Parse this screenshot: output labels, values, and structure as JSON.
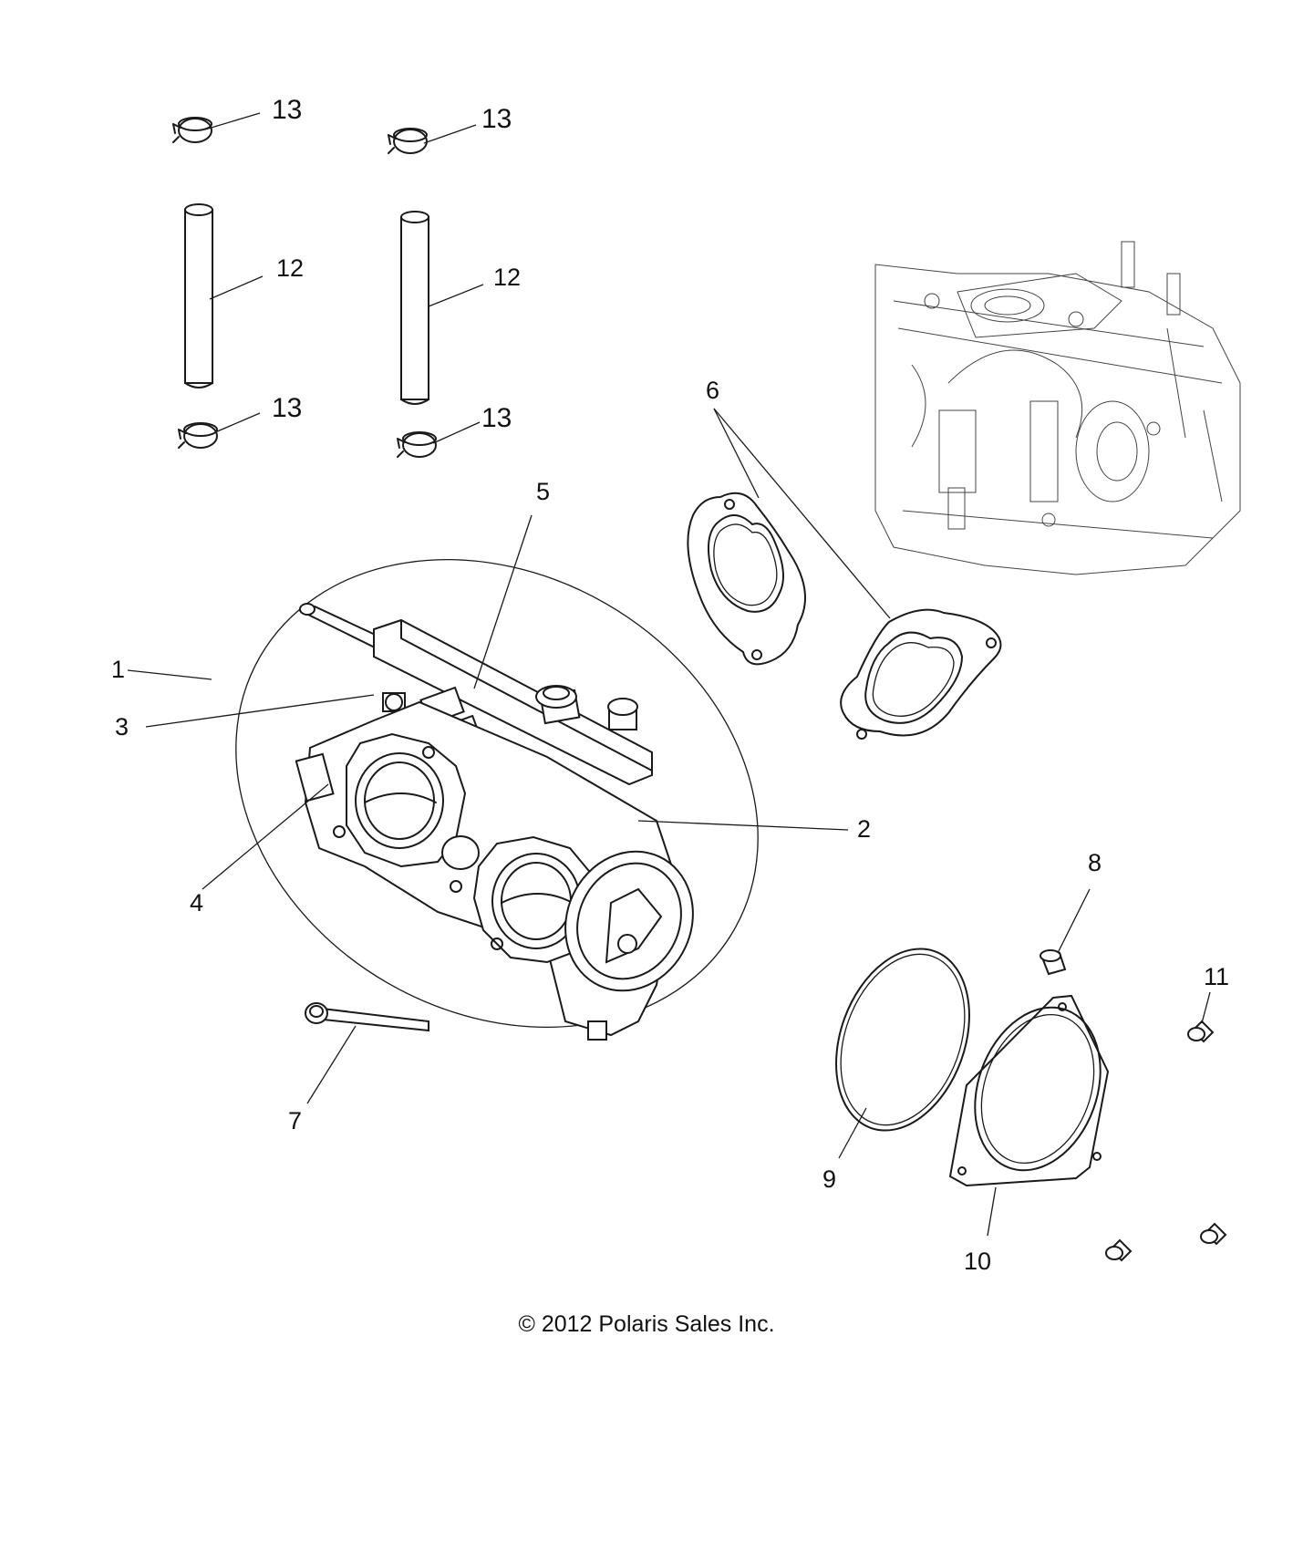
{
  "callouts": {
    "c1": "1",
    "c2": "2",
    "c3": "3",
    "c4": "4",
    "c5": "5",
    "c6": "6",
    "c7": "7",
    "c8": "8",
    "c9": "9",
    "c10": "10",
    "c11": "11",
    "c12a": "12",
    "c12b": "12",
    "c13a": "13",
    "c13b": "13",
    "c13c": "13",
    "c13d": "13"
  },
  "footer": {
    "copyright": "© 2012 Polaris Sales Inc."
  }
}
